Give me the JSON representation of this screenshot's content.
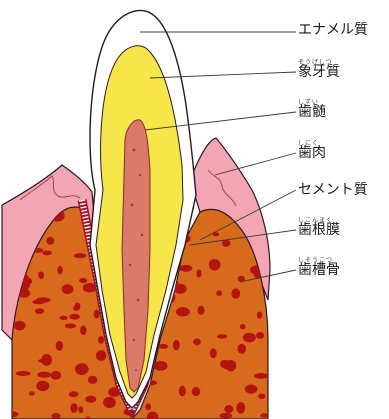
{
  "diagram": {
    "labels": [
      {
        "id": "enamel",
        "text": "エナメル質",
        "ruby": ""
      },
      {
        "id": "dentin",
        "text": "象牙質",
        "ruby": "ぞうげしつ"
      },
      {
        "id": "pulp",
        "text": "歯髄",
        "ruby": "しずい"
      },
      {
        "id": "gingiva",
        "text": "歯肉",
        "ruby": "しにく"
      },
      {
        "id": "cementum",
        "text": "セメント質",
        "ruby": ""
      },
      {
        "id": "pdl",
        "text": "歯根膜",
        "ruby": "しこんまく"
      },
      {
        "id": "alveolar",
        "text": "歯槽骨",
        "ruby": "しそうこつ"
      }
    ],
    "colors": {
      "enamel": "#ffffff",
      "dentin": "#f7e64a",
      "pulp": "#d97a6a",
      "gingiva": "#f2a6b4",
      "bone": "#d86a1e",
      "marrow": "#b3140f",
      "pdl": "#a3132a",
      "outline": "#2a1a1a"
    }
  }
}
